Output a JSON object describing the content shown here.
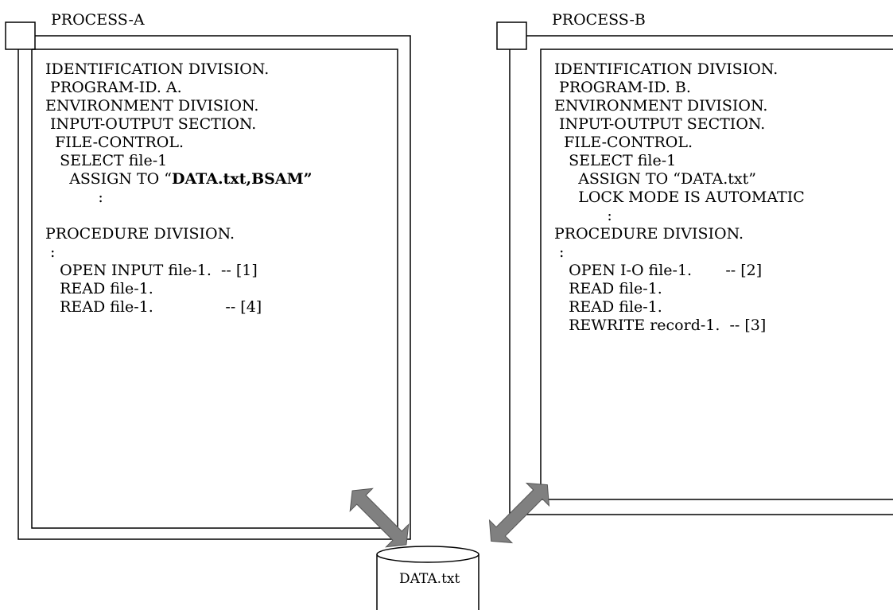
{
  "processA": {
    "title": "PROCESS-A",
    "code": [
      "IDENTIFICATION DIVISION.",
      " PROGRAM-ID. A.",
      "ENVIRONMENT DIVISION.",
      " INPUT-OUTPUT SECTION.",
      "  FILE-CONTROL.",
      "   SELECT file-1",
      "     ASSIGN TO “",
      "           :",
      "",
      "PROCEDURE DIVISION.",
      " :",
      "   OPEN INPUT file-1.  -- [1]",
      "   READ file-1.",
      "   READ file-1.               -- [4]"
    ],
    "assign_bold": "DATA.txt,BSAM”"
  },
  "processB": {
    "title": "PROCESS-B",
    "code": [
      "IDENTIFICATION DIVISION.",
      " PROGRAM-ID. B.",
      "ENVIRONMENT DIVISION.",
      " INPUT-OUTPUT SECTION.",
      "  FILE-CONTROL.",
      "   SELECT file-1",
      "     ASSIGN TO “DATA.txt”",
      "     LOCK MODE IS AUTOMATIC",
      "           :",
      "PROCEDURE DIVISION.",
      " :",
      "   OPEN I-O file-1.       -- [2]",
      "   READ file-1.",
      "   READ file-1.",
      "   REWRITE record-1.  -- [3]"
    ]
  },
  "file": {
    "label": "DATA.txt"
  },
  "colors": {
    "line": "#000000",
    "arrow": "#808080",
    "background": "#ffffff"
  }
}
